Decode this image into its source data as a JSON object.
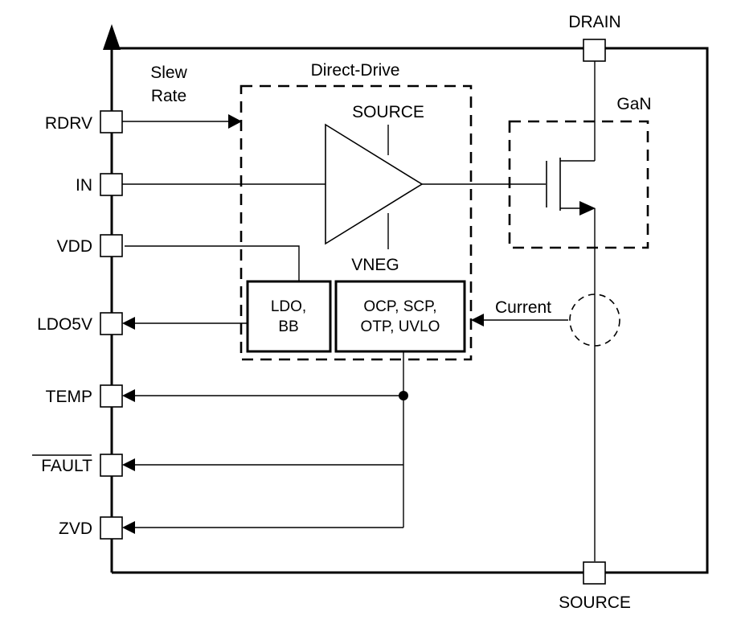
{
  "labels": {
    "drain_top": "DRAIN",
    "source_bottom": "SOURCE",
    "gan": "GaN",
    "direct_drive": "Direct-Drive",
    "slew_rate_line1": "Slew",
    "slew_rate_line2": "Rate",
    "amp_source": "SOURCE",
    "amp_vneg": "VNEG",
    "current": "Current"
  },
  "pins": {
    "rdrv": "RDRV",
    "in": "IN",
    "vdd": "VDD",
    "ldo5v": "LDO5V",
    "temp": "TEMP",
    "fault": "FAULT",
    "zvd": "ZVD"
  },
  "blocks": {
    "ldo_line1": "LDO,",
    "ldo_line2": "BB",
    "prot_line1": "OCP, SCP,",
    "prot_line2": "OTP, UVLO"
  }
}
